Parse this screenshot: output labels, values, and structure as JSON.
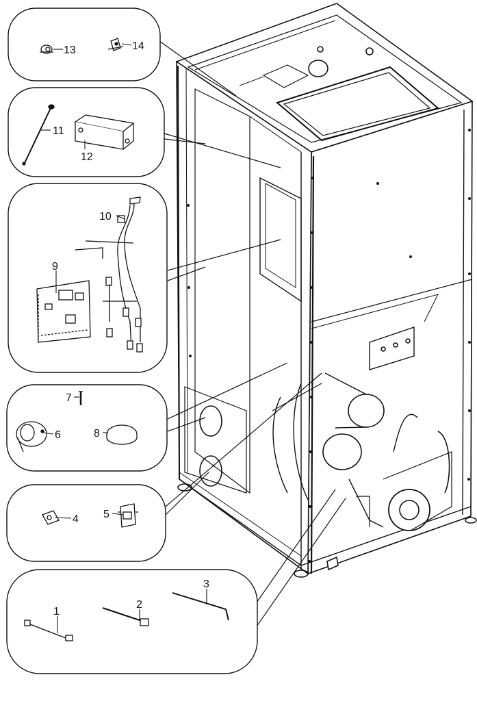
{
  "callouts": {
    "c1": "1",
    "c2": "2",
    "c3": "3",
    "c4": "4",
    "c5": "5",
    "c6": "6",
    "c7": "7",
    "c8": "8",
    "c9": "9",
    "c10": "10",
    "c11": "11",
    "c12": "12",
    "c13": "13",
    "c14": "14"
  },
  "colors": {
    "line": "#111111",
    "panel": "#ffffff",
    "shade": "#dddddd"
  }
}
